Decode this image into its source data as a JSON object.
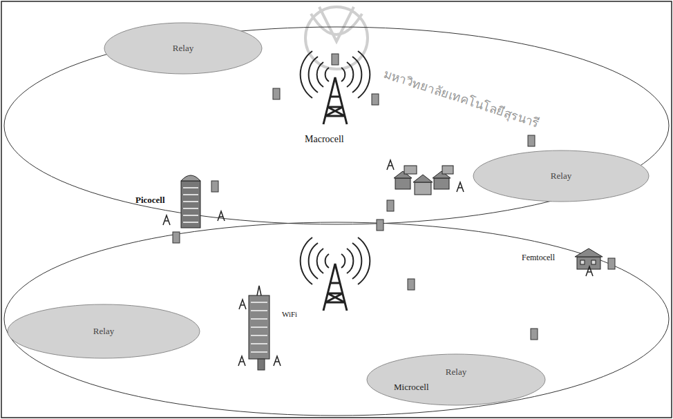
{
  "diagram": {
    "nodes": [
      {
        "text": [
          "Relay"
        ]
      },
      {
        "text": [
          "Relay"
        ]
      },
      {
        "text": [
          "Relay"
        ]
      },
      {
        "text": [
          "Relay",
          "Microcell"
        ]
      }
    ],
    "labels": [
      "Macrocell",
      "Picocell",
      "Femtocell",
      "WiFi",
      "มหาวิทยาลัยเทคโนโลยีสุรนารี"
    ]
  }
}
